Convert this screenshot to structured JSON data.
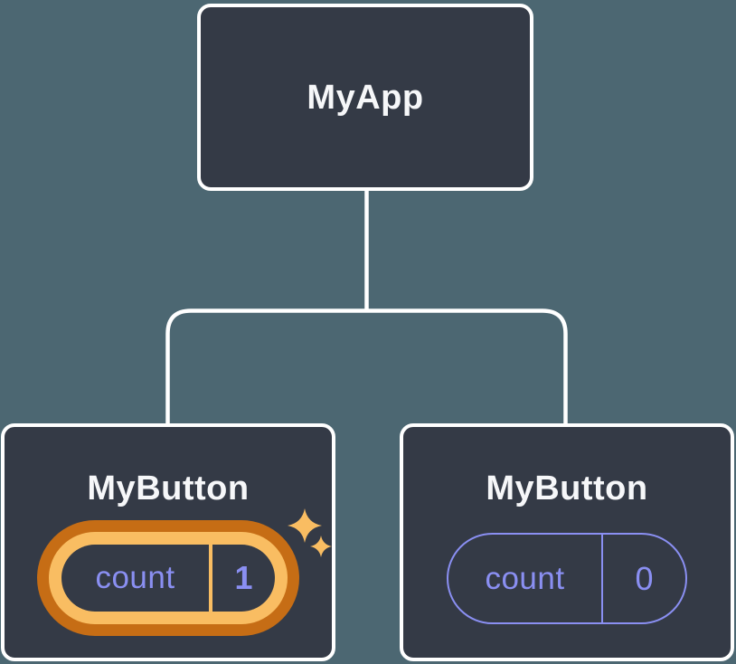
{
  "diagram": {
    "type": "component-tree",
    "root": {
      "label": "MyApp"
    },
    "children": [
      {
        "label": "MyButton",
        "state_key": "count",
        "state_value": "1",
        "highlighted": true
      },
      {
        "label": "MyButton",
        "state_key": "count",
        "state_value": "0",
        "highlighted": false
      }
    ],
    "colors": {
      "background": "#4c6772",
      "node_fill": "#343a46",
      "node_border": "#ffffff",
      "connector": "#ffffff",
      "accent_purple": "#8a8ff2",
      "highlight_orange": "#c66d15",
      "highlight_gold": "#f9bd62",
      "text_primary": "#f6f7f9"
    },
    "icons": {
      "sparkle": "sparkle-icon"
    }
  }
}
